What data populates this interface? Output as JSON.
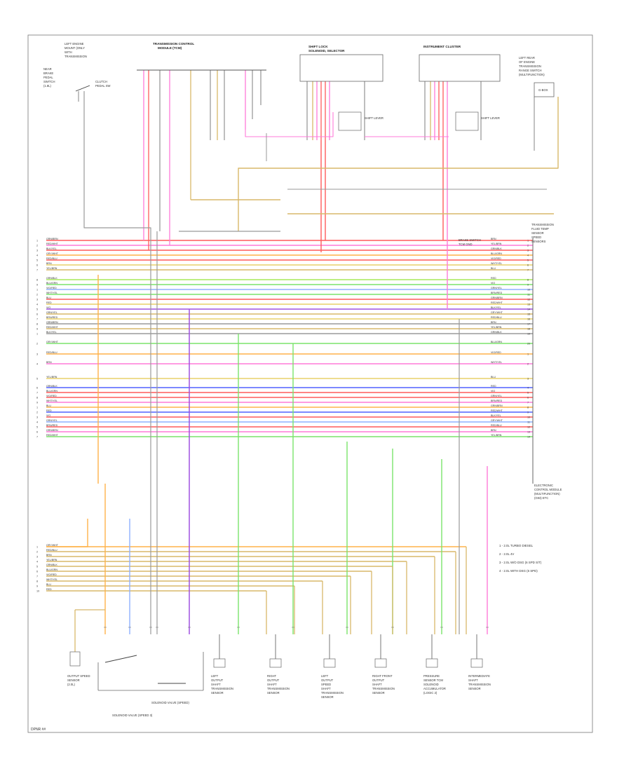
{
  "labels": {
    "top_left_comp": [
      "LEFT ENGINE",
      "MOUNT (ONLY",
      "WITH",
      "TRANSMISSION"
    ],
    "top_left_side": [
      "NEAR",
      "BRAKE",
      "PEDAL",
      "SWITCH",
      "(1.8L)"
    ],
    "clutch_label": [
      "CLUTCH",
      "PEDAL SW"
    ],
    "tcm_top": [
      "TRANSMISSION CONTROL",
      "MODULE (TCM)"
    ],
    "shift_lock_box": [
      "SHIFT LOCK",
      "SOLENOID, SELECTOR"
    ],
    "instrument_box": "INSTRUMENT CLUSTER",
    "right_top_comp": [
      "LEFT REAR",
      "OF ENGINE",
      "TRANSMISSION",
      "RANGE SWITCH",
      "(MULTIFUNCTION)"
    ],
    "g_label": "G-BOX",
    "shift_lever_a": "SHIFT LEVER",
    "shift_lever_b": "SHIFT LEVER",
    "right_mid_comp": [
      "TRANSMISSION",
      "FLUID TEMP",
      "SENSOR",
      "SPEED",
      "SENSORS"
    ],
    "brake_switch": [
      "BRAKE SWITCH",
      "TCM GND"
    ],
    "right_low_comp": [
      "ELECTRONIC",
      "CONTROL MODULE",
      "(MULTIFUNCTION)",
      "(G93) ETC"
    ],
    "bottom_left_comp": [
      "OUTPUT SPEED",
      "SENSOR",
      "(2.0L)"
    ],
    "bottom_mid_a": [
      "SOLENOID VALVE",
      "(SPEED)"
    ],
    "bottom_mid_b": [
      "SOLENOID VALVE (SPEED 3)"
    ],
    "sensor_1": [
      "LEFT",
      "OUTPUT",
      "SHAFT",
      "TRANSMISSION",
      "SENSOR"
    ],
    "sensor_2": [
      "RIGHT",
      "OUTPUT",
      "SHAFT",
      "TRANSMISSION",
      "SENSOR"
    ],
    "sensor_3": [
      "LEFT",
      "OUTPUT",
      "SPEED",
      "SHAFT",
      "TRANSMISSION",
      "SENSOR"
    ],
    "sensor_4": [
      "RIGHT FRONT",
      "OUTPUT",
      "SHAFT",
      "TRANSMISSION",
      "SENSOR"
    ],
    "sensor_5": [
      "PRESSURE",
      "SENSOR TCM",
      "SOLENOID",
      "ACCUMULATOR",
      "(LOGIC 2)"
    ],
    "sensor_6": [
      "INTERMEDIATE",
      "SHAFT",
      "TRANSMISSION",
      "SENSOR"
    ]
  },
  "legend": [
    "1 - 2.0L TURBO DIESEL",
    "2 - 2.0L 4V",
    "3 - 2.0L W/O DSG (6 SPD S/T)",
    "4 - 2.0L WITH DSG (6 SPD)"
  ],
  "footer": "DPNR ##",
  "wire_tags": [
    "GRN/BRN",
    "RED/WHT",
    "BLK/YEL",
    "GRY/WHT",
    "RED/BLU",
    "BRN",
    "YEL/BRN",
    "GRN/BLK",
    "BLU/GRN",
    "VIO/RED",
    "WHT/YEL",
    "BLU",
    "RED",
    "VIO",
    "GRN/YEL",
    "BRN/RED"
  ],
  "colors": {
    "red": "#ff5a5a",
    "pink": "#ff7ad9",
    "orange": "#ffb24a",
    "yellow": "#e8d06a",
    "tan": "#d8b86a",
    "green": "#7be36b",
    "green2": "#a8e85a",
    "blue": "#5060ff",
    "violet": "#a050e0",
    "gray": "#9a9a9a",
    "black": "#333333",
    "lightblue": "#8fb0ff",
    "magenta": "#ff4aa0"
  }
}
